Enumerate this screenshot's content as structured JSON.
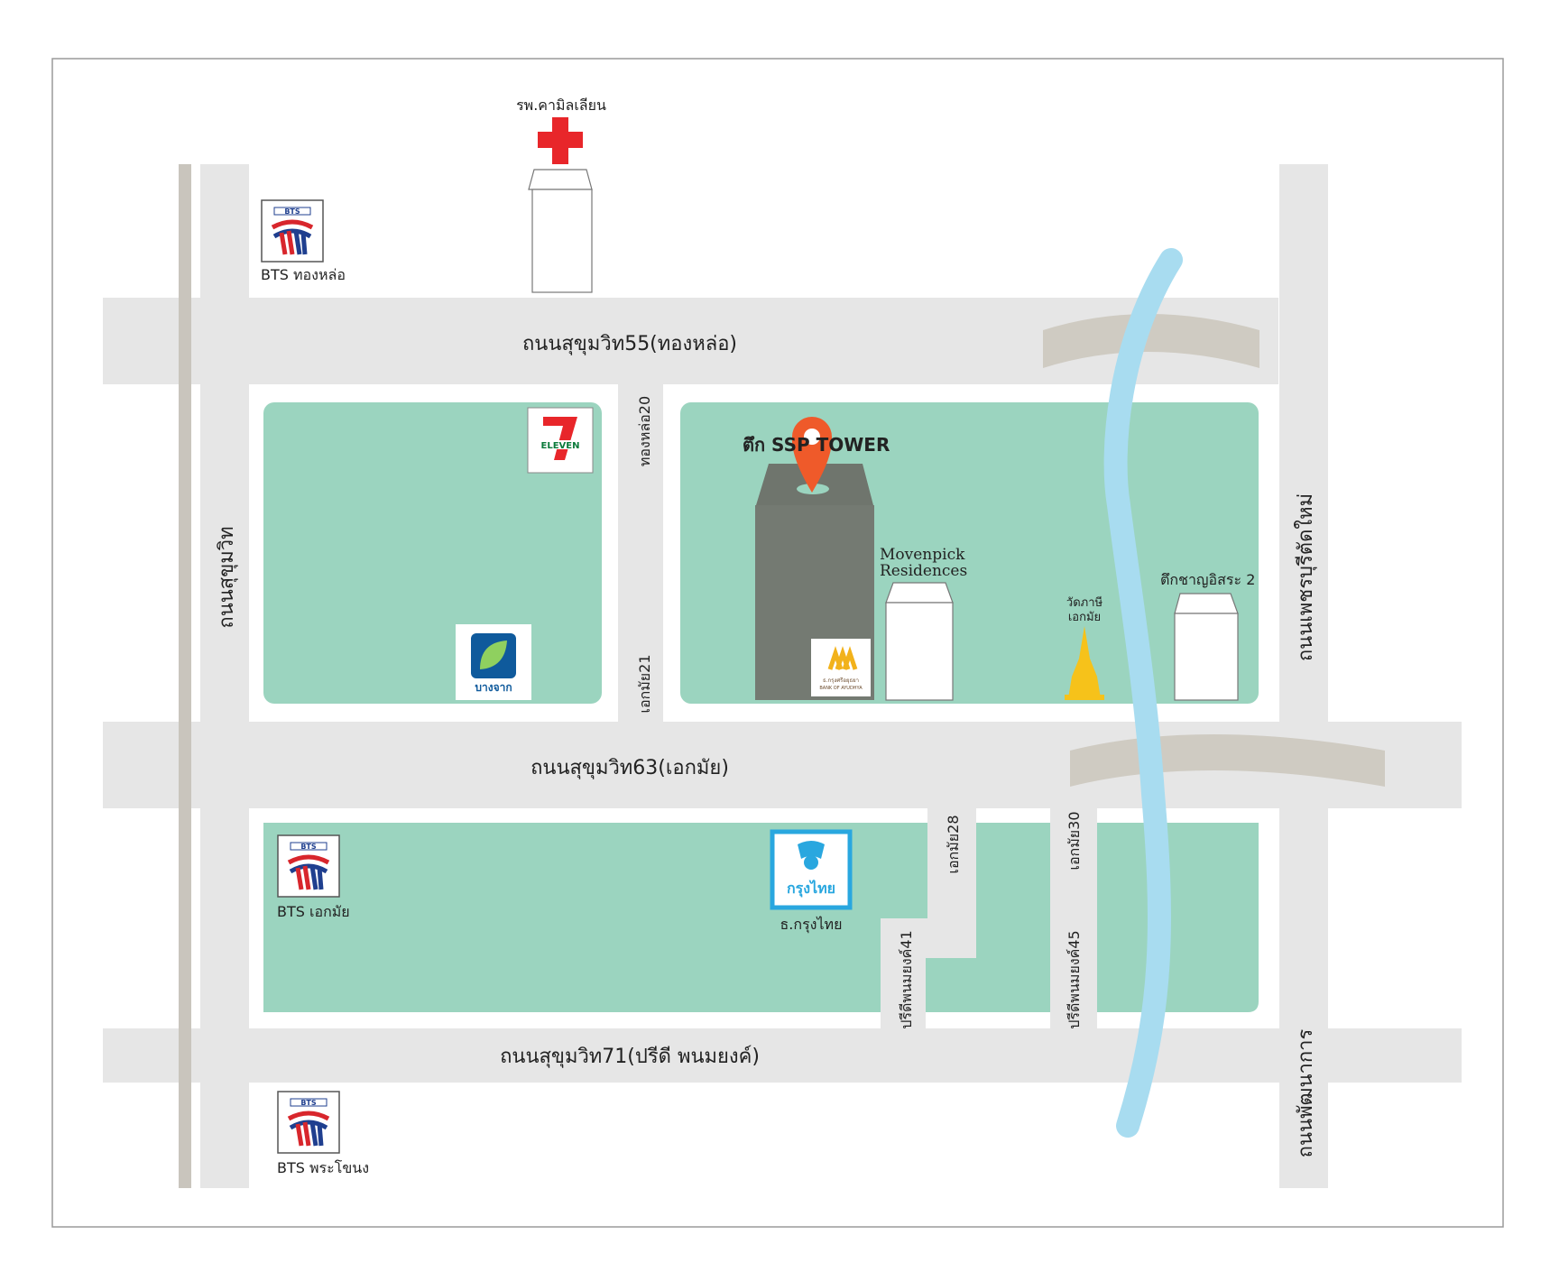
{
  "roads": {
    "sukhumvit55": "ถนนสุขุมวิท55(ทองหล่อ)",
    "sukhumvit63": "ถนนสุขุมวิท63(เอกมัย)",
    "sukhumvit71": "ถนนสุขุมวิท71(ปรีดี  พนมยงค์)",
    "sukhumvit": "ถนนสุขุมวิท",
    "phetchaburi": "ถนนเพชรบุรีตัดใหม่",
    "phatthanakan": "ถนนพัฒนาการ",
    "thonglor20": "ทองหล่อ20",
    "ekkamai21": "เอกมัย21",
    "ekkamai28": "เอกมัย28",
    "ekkamai30": "เอกมัย30",
    "pridi41": "ปรีดีพนมยงค์41",
    "pridi45": "ปรีดีพนมยงค์45"
  },
  "places": {
    "hospital": "รพ.คามิลเลียน",
    "bts_thonglor": "BTS  ทองหล่อ",
    "bts_ekkamai": "BTS  เอกมัย",
    "bts_phrakhanong": "BTS  พระโขนง",
    "ssp_tower": "ตึก SSP  TOWER",
    "movenpick_line1": "Movenpick",
    "movenpick_line2": "Residences",
    "wat_line1": "วัดภาษี",
    "wat_line2": "เอกมัย",
    "chan_building": "ตึกชาญอิสระ 2",
    "krungthai_branch": "ธ.กรุงไทย"
  },
  "logos": {
    "bts_text": "BTS",
    "seven_eleven": "ELEVEN",
    "bangchak": "บางจาก",
    "krungthai": "กรุงไทย",
    "krungsri_line1": "ธ.กรุงศรีอยุธยา",
    "krungsri_line2": "BANK OF AYUDHYA"
  },
  "colors": {
    "road": "#e6e6e6",
    "block": "#9bd4bf",
    "rail": "#c9c5bd",
    "river": "#a8dcf0",
    "bridge": "#cfcbc2",
    "tower": "#747a72",
    "pin": "#ef5a2a",
    "cross": "#e8262a",
    "krungthai": "#29a7df",
    "bts_blue": "#1f3f8f",
    "bts_red": "#d8262c"
  },
  "icons": {
    "hospital": "red-cross-icon",
    "pin": "map-pin-icon",
    "bts": "bts-logo-icon",
    "temple": "pagoda-icon"
  }
}
